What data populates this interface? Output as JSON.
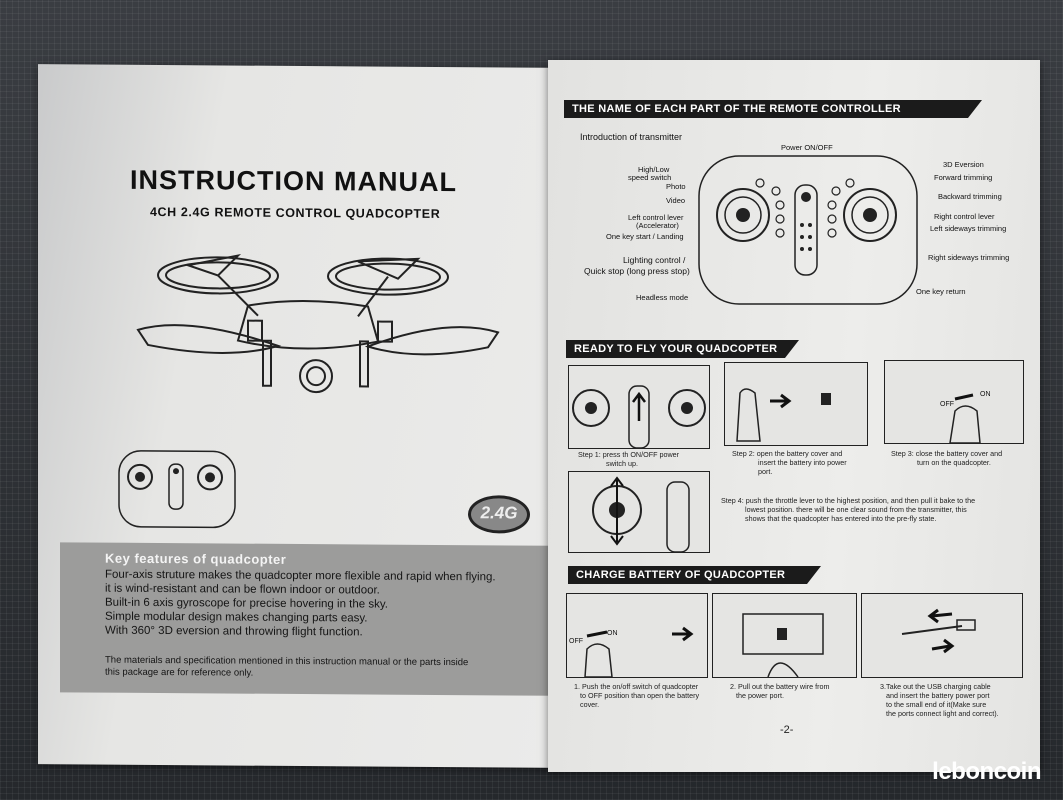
{
  "left_page": {
    "title": "INSTRUCTION MANUAL",
    "subtitle": "4CH 2.4G REMOTE CONTROL QUADCOPTER",
    "badge": "2.4G",
    "features": {
      "heading": "Key features of quadcopter",
      "lines": [
        "Four-axis struture makes the quadcopter more flexible and rapid when flying.",
        "it is wind-resistant and can be flown indoor or outdoor.",
        "Built-in 6 axis gyroscope for precise hovering in the sky.",
        "Simple modular design makes changing parts easy.",
        "With 360°  3D  eversion and throwing flight function."
      ],
      "note": [
        "The materials and specification mentioned in this instruction manual or the parts inside",
        "this package are for reference only."
      ]
    }
  },
  "right_page": {
    "section1": {
      "heading": "THE NAME OF EACH PART OF THE REMOTE CONTROLLER",
      "intro": "Introduction of transmitter",
      "labels": {
        "power": "Power ON/OFF",
        "high_low_1": "High/Low",
        "high_low_2": "speed switch",
        "photo": "Photo",
        "video": "Video",
        "left_lever_1": "Left control lever",
        "left_lever_2": "(Accelerator)",
        "one_key_start": "One key start / Landing",
        "lighting_1": "Lighting control /",
        "lighting_2": "Quick stop (long press stop)",
        "headless": "Headless mode",
        "eversion": "3D Eversion",
        "forward": "Forward trimming",
        "backward": "Backward trimming",
        "right_lever": "Right control lever",
        "left_sideways": "Left sideways trimming",
        "right_sideways": "Right sideways trimming",
        "one_key_return": "One key return"
      }
    },
    "section2": {
      "heading": "READY TO FLY YOUR QUADCOPTER",
      "step1": [
        "Step 1: press th ON/OFF power",
        "switch up."
      ],
      "step2": [
        "Step 2: open the battery cover and",
        "insert the battery into power",
        "port."
      ],
      "step3": [
        "Step 3: close the battery cover and",
        "turn on the quadcopter."
      ],
      "step4": [
        "Step 4: push the throttle lever to the highest position, and then pull it bake to the",
        "lowest position. there will be one clear sound from the transmitter, this",
        "shows that the quadcopter has entered into the pre-fly state."
      ],
      "on_label": "ON",
      "off_label": "OFF"
    },
    "section3": {
      "heading": "CHARGE BATTERY OF QUADCOPTER",
      "step1": [
        "1. Push the on/off switch of quadcopter",
        "to OFF position than open the battery",
        "cover."
      ],
      "step2": [
        "2. Pull out the battery wire from",
        "the power port."
      ],
      "step3": [
        "3.Take out the USB charging cable",
        "and insert the battery power port",
        "to the small end of it(Make sure",
        "the ports connect light and correct)."
      ],
      "on_label": "ON",
      "off_label": "OFF"
    },
    "page_number": "-2-"
  },
  "watermark": "leboncoin"
}
